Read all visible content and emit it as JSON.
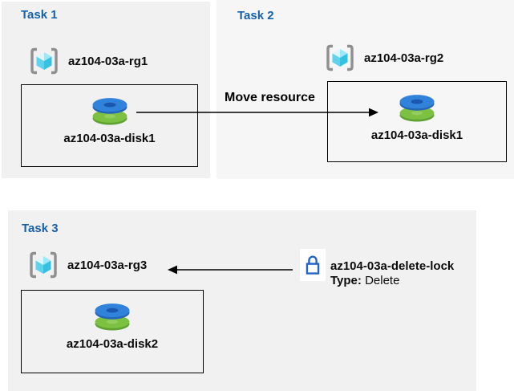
{
  "panels": [
    {
      "label": "Task 1",
      "resource_group": "az104-03a-rg1",
      "resource": "az104-03a-disk1"
    },
    {
      "label": "Task 2",
      "resource_group": "az104-03a-rg2",
      "resource": "az104-03a-disk1"
    },
    {
      "label": "Task 3",
      "resource_group": "az104-03a-rg3",
      "resource": "az104-03a-disk2"
    }
  ],
  "move_arrow": {
    "label": "Move resource",
    "direction": "right"
  },
  "lock_arrow": {
    "direction": "left"
  },
  "lock": {
    "name": "az104-03a-delete-lock",
    "type_label": "Type:",
    "type_value": "Delete"
  },
  "icons": {
    "resource_group": "resource-group-icon",
    "disk": "disk-icon",
    "lock": "lock-icon"
  },
  "colors": {
    "task_title_blue": "#1661ab",
    "panel_gray": "#f1f1f1",
    "panel_light_gray": "#f6f6f6",
    "disk_blue": "#3182da",
    "disk_blue_hole": "#1a57ae",
    "disk_green": "#7cc142",
    "disk_green_hole": "#94cd5e",
    "cube_cyan_light": "#dff7fc",
    "cube_cyan_mid": "#5fd2ee",
    "cube_cyan_dark": "#35c1e1",
    "bracket_gray": "#8f8f8f",
    "lock_blue": "#2164c8",
    "arrow_black": "#000000"
  }
}
